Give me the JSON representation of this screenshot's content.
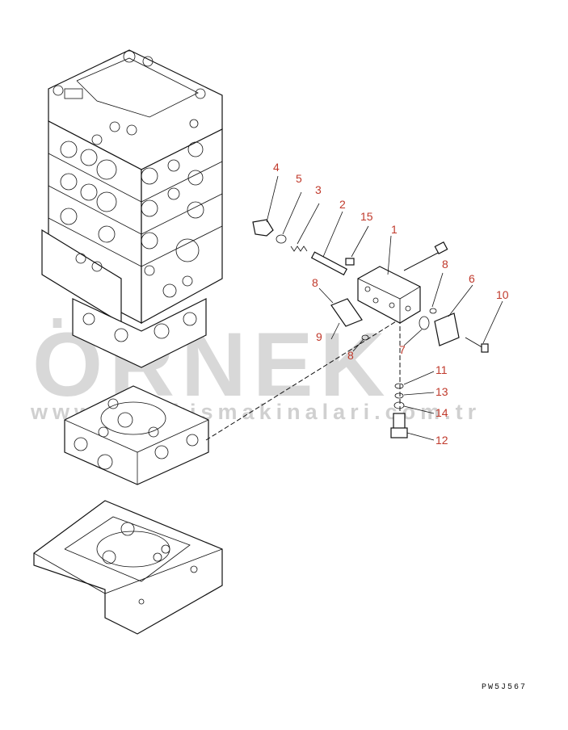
{
  "diagram": {
    "callouts": [
      "1",
      "2",
      "3",
      "4",
      "5",
      "6",
      "7",
      "8",
      "8",
      "8",
      "9",
      "10",
      "11",
      "12",
      "13",
      "14",
      "15"
    ],
    "drawing_code": "PW5J567",
    "watermark": {
      "brand": "ÖRNEK",
      "url": "www.ornekismakinalari.com.tr"
    }
  }
}
